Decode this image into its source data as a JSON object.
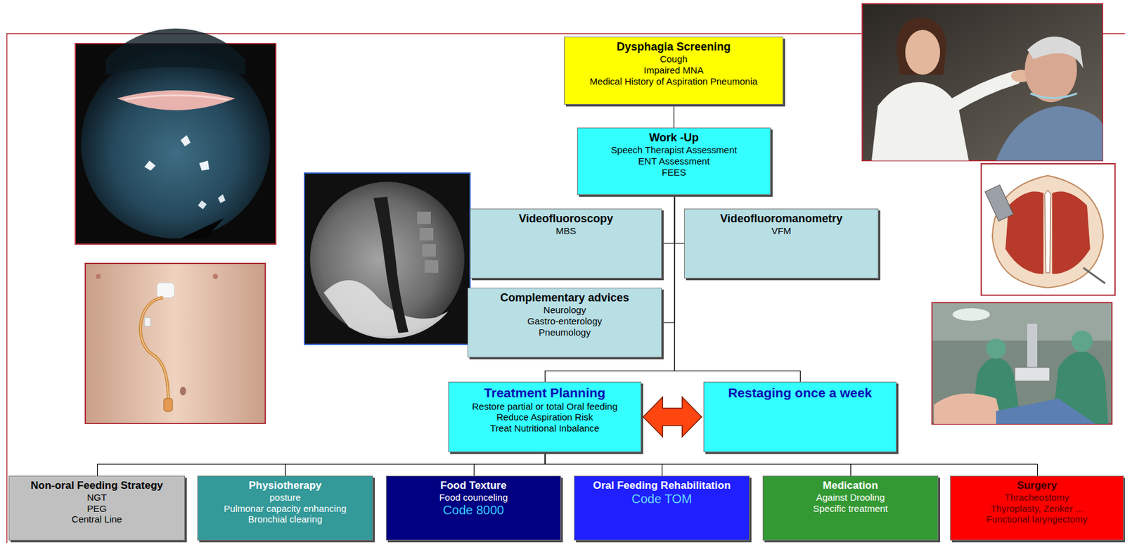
{
  "diagram": {
    "nodes": [
      {
        "text": [
          "Dysphagia Screening",
          "Cough",
          "Impaired MNA",
          "Medical History of Aspiration Pneumonia"
        ]
      },
      {
        "text": [
          "Work -Up",
          "Speech Therapist Assessment",
          "ENT Assessment",
          "FEES"
        ]
      },
      {
        "text": [
          "Videofluoroscopy",
          "MBS"
        ]
      },
      {
        "text": [
          "Videofluoromanometry",
          "VFM"
        ]
      },
      {
        "text": [
          "Complementary advices",
          "Neurology",
          "Gastro-enterology",
          "Pneumology"
        ]
      },
      {
        "text": [
          "Treatment Planning",
          "Restore partial or total Oral feeding",
          "Reduce Aspiration Risk",
          "Treat Nutritional Inbalance"
        ]
      },
      {
        "text": [
          "Restaging once a week"
        ]
      },
      {
        "text": [
          "Non-oral Feeding Strategy",
          "NGT",
          "PEG",
          "Central Line"
        ]
      },
      {
        "text": [
          "Physiotherapy",
          "posture",
          "Pulmonar capacity enhancing",
          "Bronchial clearing"
        ]
      },
      {
        "text": [
          "Food Texture",
          "Food counceling",
          "Code 8000"
        ]
      },
      {
        "text": [
          "Oral Feeding Rehabilitation",
          "Code TOM"
        ]
      },
      {
        "text": [
          "Medication",
          "Against Drooling",
          "Specific treatment"
        ]
      },
      {
        "text": [
          "Surgery",
          "Thracheostomy",
          "Thyroplasty, Zenker ...",
          "Functional laryngectomy"
        ]
      }
    ],
    "edges": [
      {
        "from": 0,
        "to": 1,
        "arrow": "none"
      },
      {
        "from": 1,
        "to": 2,
        "arrow": "none"
      },
      {
        "from": 1,
        "to": 3,
        "arrow": "none"
      },
      {
        "from": 1,
        "to": 4,
        "arrow": "none"
      },
      {
        "from": 1,
        "to": 5,
        "arrow": "none"
      },
      {
        "from": 1,
        "to": 6,
        "arrow": "none"
      },
      {
        "from": 5,
        "to": 6,
        "arrow": "both"
      },
      {
        "from": 5,
        "to": 7,
        "arrow": "none"
      },
      {
        "from": 5,
        "to": 8,
        "arrow": "none"
      },
      {
        "from": 5,
        "to": 9,
        "arrow": "none"
      },
      {
        "from": 5,
        "to": 10,
        "arrow": "none"
      },
      {
        "from": 5,
        "to": 11,
        "arrow": "none"
      },
      {
        "from": 5,
        "to": 12,
        "arrow": "none"
      }
    ]
  }
}
